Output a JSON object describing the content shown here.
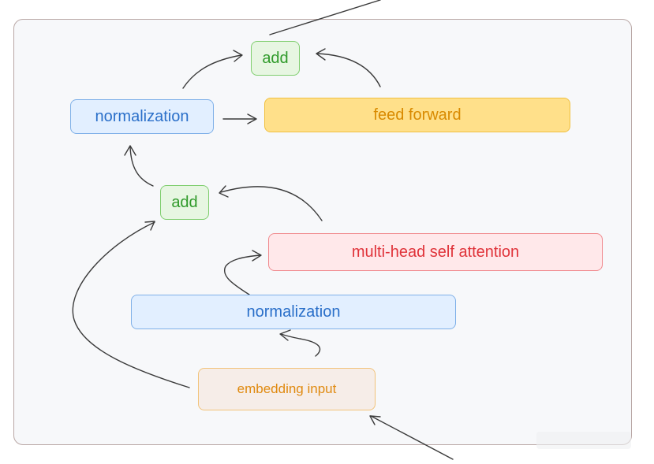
{
  "diagram": {
    "nodes": {
      "add_top": "add",
      "normalization_top": "normalization",
      "feed_forward": "feed forward",
      "add_middle": "add",
      "multi_head_self_attention": "multi-head self attention",
      "normalization_bottom": "normalization",
      "embedding_input": "embedding input"
    },
    "colors": {
      "add": "#2f9a2a",
      "normalization": "#2a6fc9",
      "feed_forward": "#d98a00",
      "attention": "#e0333a",
      "embedding": "#e08a10"
    }
  }
}
